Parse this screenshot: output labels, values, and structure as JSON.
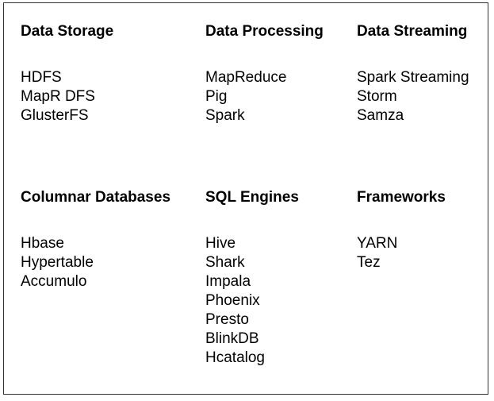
{
  "categories": [
    {
      "title": "Data Storage",
      "items": [
        "HDFS",
        "MapR DFS",
        "GlusterFS"
      ]
    },
    {
      "title": "Data Processing",
      "items": [
        "MapReduce",
        "Pig",
        "Spark"
      ]
    },
    {
      "title": "Data Streaming",
      "items": [
        "Spark Streaming",
        "Storm",
        "Samza"
      ]
    },
    {
      "title": "Columnar Databases",
      "items": [
        "Hbase",
        "Hypertable",
        "Accumulo"
      ]
    },
    {
      "title": "SQL Engines",
      "items": [
        "Hive",
        "Shark",
        "Impala",
        "Phoenix",
        "Presto",
        "BlinkDB",
        "Hcatalog"
      ]
    },
    {
      "title": "Frameworks",
      "items": [
        "YARN",
        "Tez"
      ]
    }
  ],
  "colors": {
    "text": "#000000",
    "border": "#333333",
    "background": "#ffffff"
  }
}
